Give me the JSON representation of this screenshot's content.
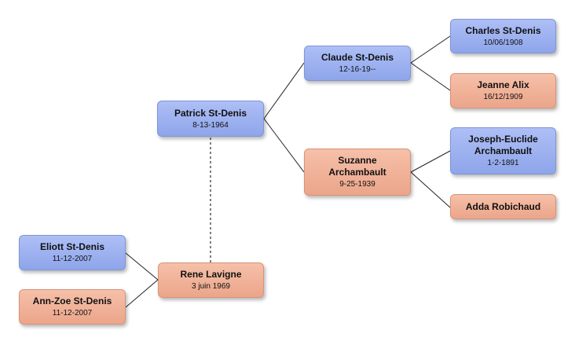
{
  "people": {
    "patrick": {
      "name": "Patrick St-Denis",
      "date": "8-13-1964"
    },
    "claude": {
      "name": "Claude St-Denis",
      "date": "12-16-19--"
    },
    "charles": {
      "name": "Charles St-Denis",
      "date": "10/06/1908"
    },
    "jeanne": {
      "name": "Jeanne Alix",
      "date": "16/12/1909"
    },
    "suzanne": {
      "name_line1": "Suzanne",
      "name_line2": "Archambault",
      "date": "9-25-1939"
    },
    "joseph": {
      "name_line1": "Joseph-Euclide",
      "name_line2": "Archambault",
      "date": "1-2-1891"
    },
    "adda": {
      "name": "Adda Robichaud"
    },
    "rene": {
      "name": "Rene Lavigne",
      "date": "3 juin 1969"
    },
    "eliott": {
      "name": "Eliott St-Denis",
      "date": "11-12-2007"
    },
    "annzoe": {
      "name": "Ann-Zoe St-Denis",
      "date": "11-12-2007"
    }
  },
  "colors": {
    "male": "#9db2f0",
    "female": "#f2b39a",
    "connector": "#222222",
    "spouse_link": "#555555"
  }
}
